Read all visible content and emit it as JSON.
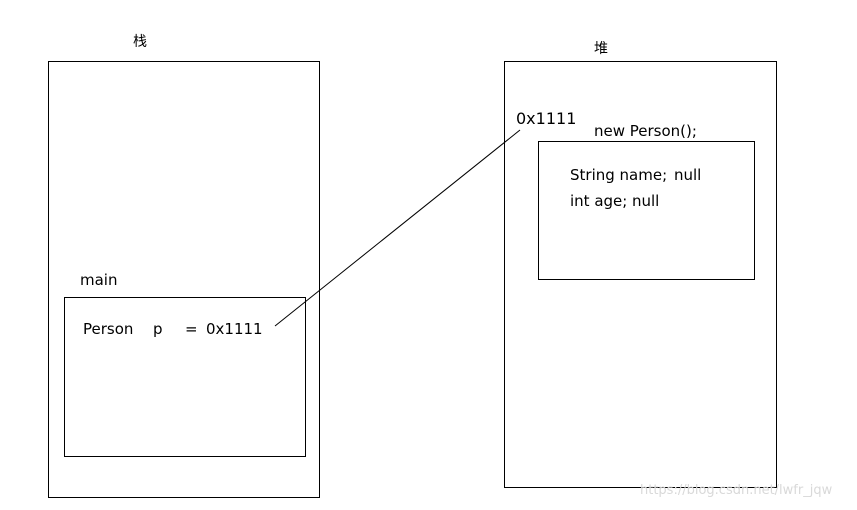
{
  "stack": {
    "title": "栈",
    "frame": {
      "label": "main",
      "variable": {
        "type": "Person",
        "name": "p",
        "equals": "=",
        "value": "0x1111"
      }
    }
  },
  "heap": {
    "title": "堆",
    "address": "0x1111",
    "object": {
      "expression": "new Person();",
      "fields": [
        {
          "declaration": "String name;",
          "value": "null"
        },
        {
          "declaration": "int age;",
          "value": "null"
        }
      ]
    }
  },
  "watermark": "https://blog.csdn.net/lwfr_jqw",
  "colors": {
    "line": "#000000",
    "background": "#ffffff",
    "watermark": "#d9d9d9"
  }
}
